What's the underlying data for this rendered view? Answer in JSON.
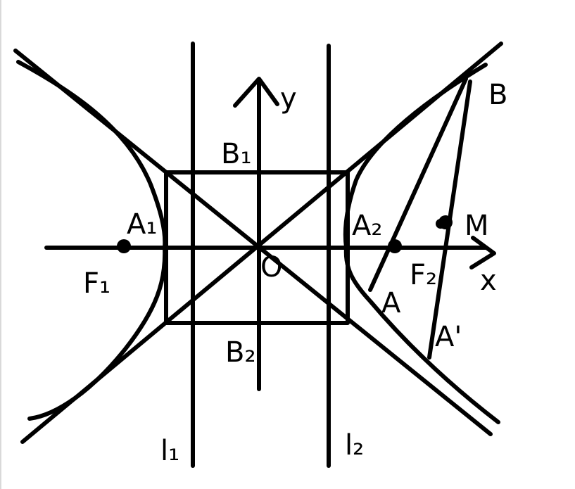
{
  "labels": {
    "y": "y",
    "x": "x",
    "origin": "O",
    "b1": "B₁",
    "b2": "B₂",
    "a1": "A₁",
    "a2": "A₂",
    "f1": "F₁",
    "f2": "F₂",
    "a": "A",
    "a_prime": "A'",
    "b": "B",
    "m": "M",
    "l1": "l₁",
    "l2": "l₂"
  }
}
